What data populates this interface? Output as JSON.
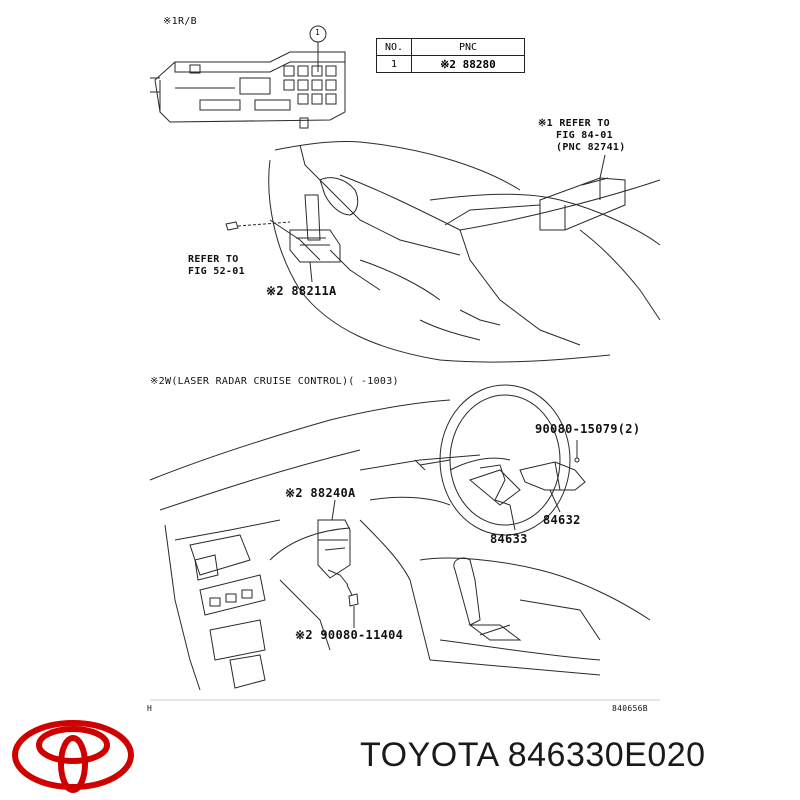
{
  "relay_block_note": "※1R/B",
  "table": {
    "header_no": "NO.",
    "header_pnc": "PNC",
    "row_no": "1",
    "row_pnc": "※2 88280"
  },
  "callout_number": "1",
  "refer_fig84": [
    "※1 REFER TO",
    "FIG 84-01",
    "(PNC 82741)"
  ],
  "refer_fig52": [
    "REFER TO",
    "FIG 52-01"
  ],
  "part_88211a": "※2 88211A",
  "section_note": "※2W(LASER RADAR CRUISE CONTROL)(   -1003)",
  "part_90080_15079": "90080-15079(2)",
  "part_88240a": "※2 88240A",
  "part_84632": "84632",
  "part_84633": "84633",
  "part_90080_11404": "※2 90080-11404",
  "corner_mark": "H",
  "drawing_code": "840656B",
  "footer": {
    "brand": "TOYOTA",
    "part_number": "846330E020",
    "text": "TOYOTA 846330E020",
    "logo_color": "#d00000"
  }
}
